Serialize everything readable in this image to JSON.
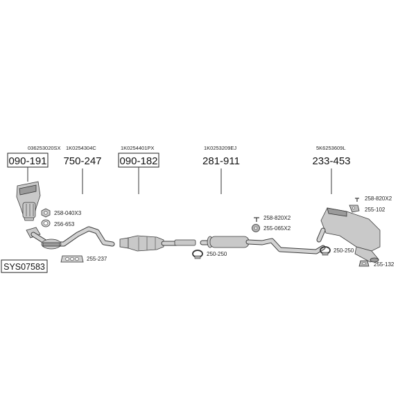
{
  "system_code": "SYS07583",
  "components": [
    {
      "id": "manifold",
      "oem": "036253020SX",
      "part": "090-191",
      "boxed": true
    },
    {
      "id": "front-pipe",
      "oem": "1K0254304C",
      "part": "750-247",
      "boxed": false
    },
    {
      "id": "catalyst",
      "oem": "1K0254401PX",
      "part": "090-182",
      "boxed": true
    },
    {
      "id": "middle-silencer",
      "oem": "1K0253209EJ",
      "part": "281-911",
      "boxed": false
    },
    {
      "id": "rear-silencer",
      "oem": "5K6253609L",
      "part": "233-453",
      "boxed": false
    }
  ],
  "accessories": [
    {
      "id": "acc-258-040x3",
      "label": "258-040X3",
      "icon": "nut-icon"
    },
    {
      "id": "acc-256-653",
      "label": "256-653",
      "icon": "gasket-icon"
    },
    {
      "id": "acc-255-237",
      "label": "255-237",
      "icon": "flange-gasket-icon"
    },
    {
      "id": "acc-250-250-a",
      "label": "250-250",
      "icon": "clamp-icon"
    },
    {
      "id": "acc-258-820x2-a",
      "label": "258-820X2",
      "icon": "bolt-icon"
    },
    {
      "id": "acc-255-065x2",
      "label": "255-065X2",
      "icon": "rubber-mount-icon"
    },
    {
      "id": "acc-250-250-b",
      "label": "250-250",
      "icon": "clamp-icon"
    },
    {
      "id": "acc-258-820x2-b",
      "label": "258-820X2",
      "icon": "bolt-icon"
    },
    {
      "id": "acc-255-102",
      "label": "255-102",
      "icon": "bracket-icon"
    },
    {
      "id": "acc-255-132",
      "label": "255-132",
      "icon": "rubber-mount-icon"
    }
  ]
}
